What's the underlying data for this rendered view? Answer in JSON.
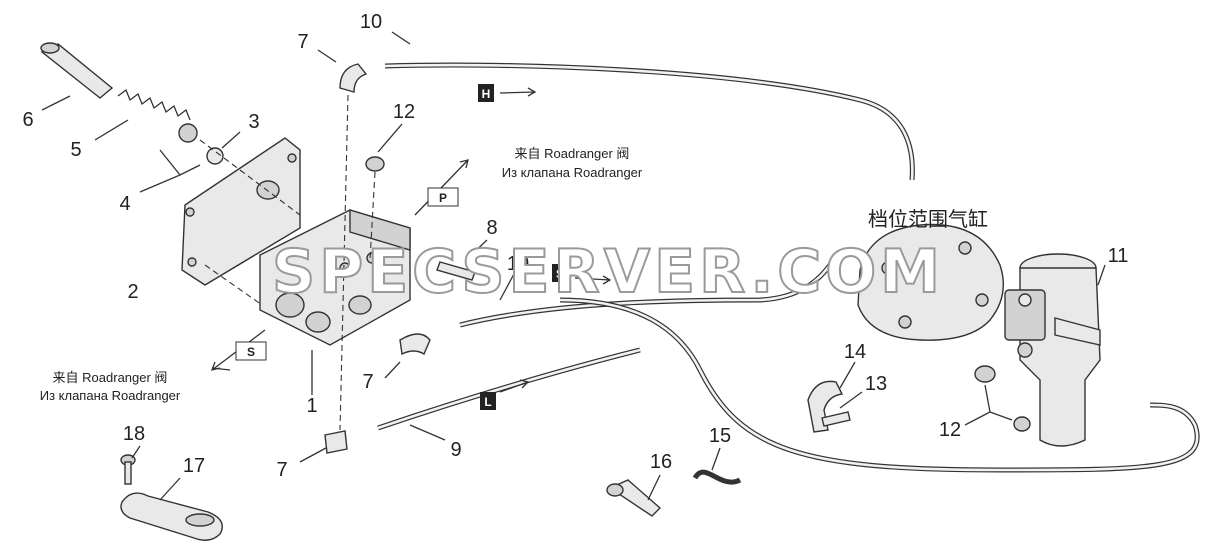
{
  "callouts": [
    "1",
    "2",
    "3",
    "4",
    "5",
    "6",
    "7",
    "7",
    "7",
    "8",
    "9",
    "10",
    "10",
    "11",
    "12",
    "12",
    "13",
    "14",
    "15",
    "16",
    "17",
    "18"
  ],
  "captions": {
    "from_roadranger_cn": "来自 Roadranger 阀",
    "from_roadranger_ru": "Из клапана Roadranger",
    "range_cylinder_cn": "档位范围气缸"
  },
  "port_labels": {
    "h": "H",
    "p": "P",
    "s1": "S",
    "s2": "S",
    "l": "L"
  },
  "watermark": "SPECSERVER.COM"
}
